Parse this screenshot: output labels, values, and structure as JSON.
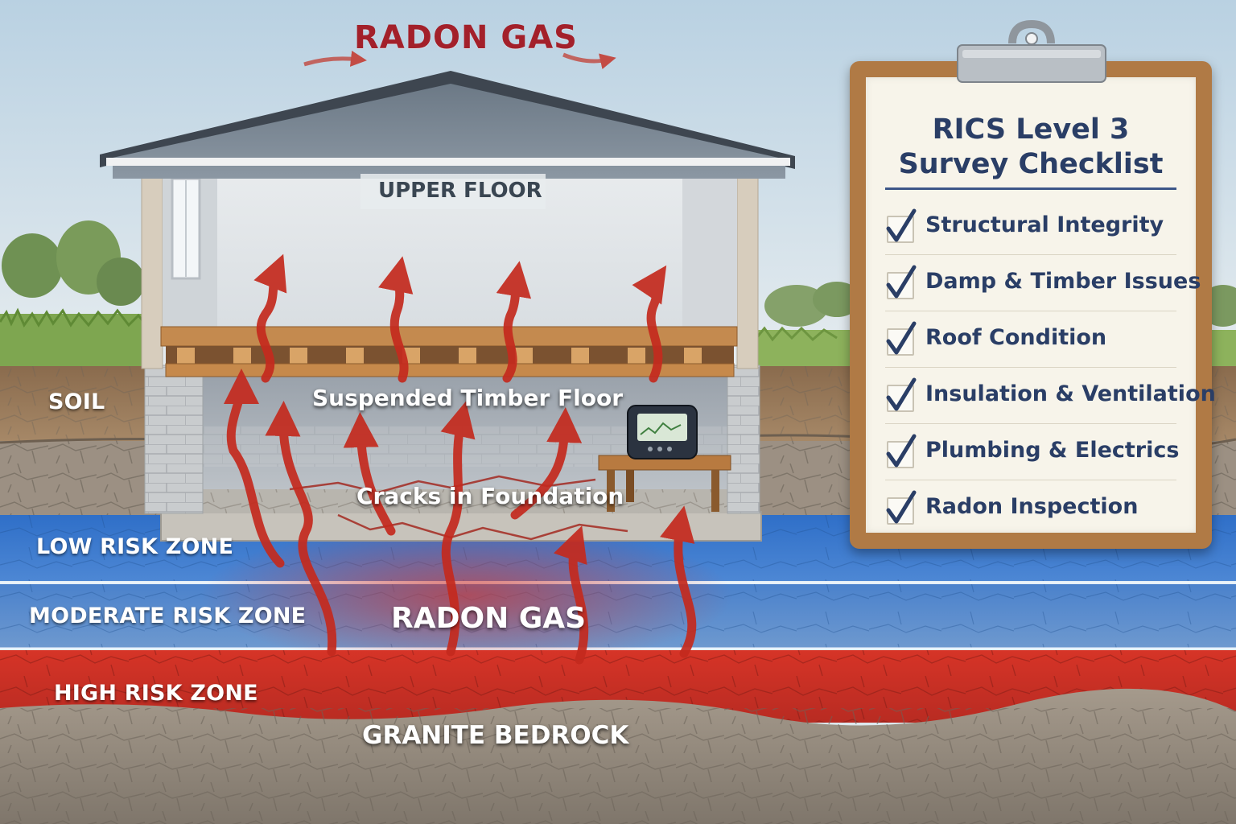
{
  "title": "RADON GAS",
  "house": {
    "upper_floor": "UPPER FLOOR",
    "suspended_floor": "Suspended Timber Floor",
    "cracks": "Cracks in Foundation"
  },
  "ground": {
    "soil": "SOIL",
    "low_risk": "LOW RISK ZONE",
    "moderate_risk": "MODERATE RISK ZONE",
    "radon_gas_label": "RADON GAS",
    "high_risk": "HIGH RISK ZONE",
    "bedrock": "GRANITE BEDROCK"
  },
  "checklist": {
    "title_line1": "RICS Level 3",
    "title_line2": "Survey Checklist",
    "items": [
      {
        "label": "Structural Integrity",
        "checked": true
      },
      {
        "label": "Damp & Timber Issues",
        "checked": true
      },
      {
        "label": "Roof Condition",
        "checked": true
      },
      {
        "label": "Insulation & Ventilation",
        "checked": true
      },
      {
        "label": "Plumbing & Electrics",
        "checked": true
      },
      {
        "label": "Radon Inspection",
        "checked": true
      }
    ]
  },
  "colors": {
    "radon_red": "#c42a1e",
    "title_red": "#a3202a",
    "low_zone_blue": "#3f7fd0",
    "high_zone_red": "#d8342a",
    "checklist_navy": "#2a3e66",
    "clipboard_wood": "#b07a45"
  }
}
